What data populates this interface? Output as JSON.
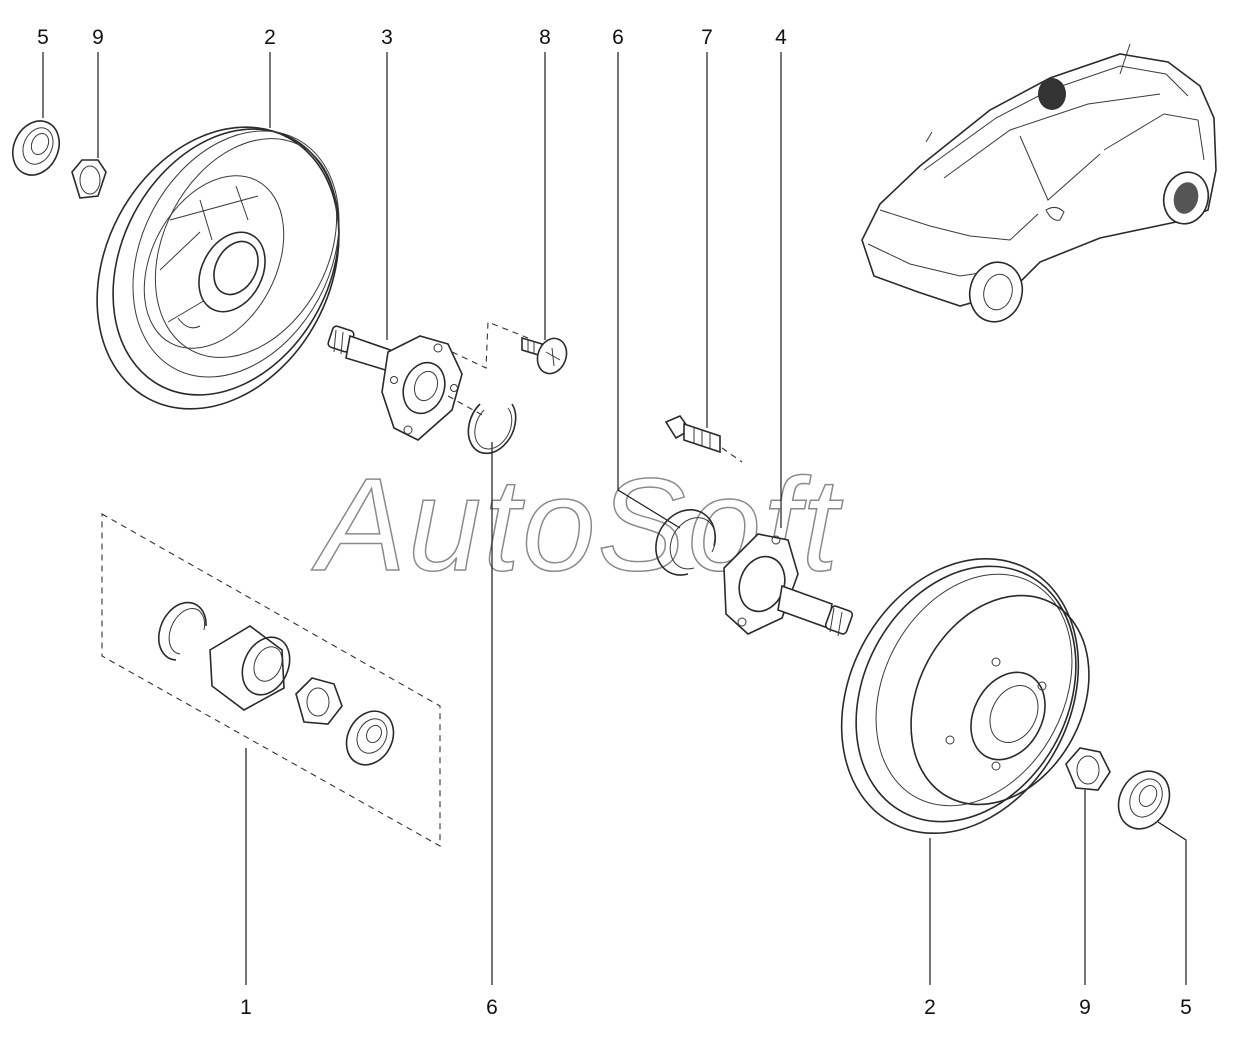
{
  "watermark": "AutoSoft",
  "callouts": {
    "top": [
      "5",
      "9",
      "2",
      "3",
      "8",
      "6",
      "7",
      "4"
    ],
    "bottom": [
      "1",
      "6",
      "2",
      "9",
      "5"
    ]
  },
  "colors": {
    "line": "#2a2a2a",
    "background": "#ffffff",
    "watermark": "#8a8a8a"
  }
}
